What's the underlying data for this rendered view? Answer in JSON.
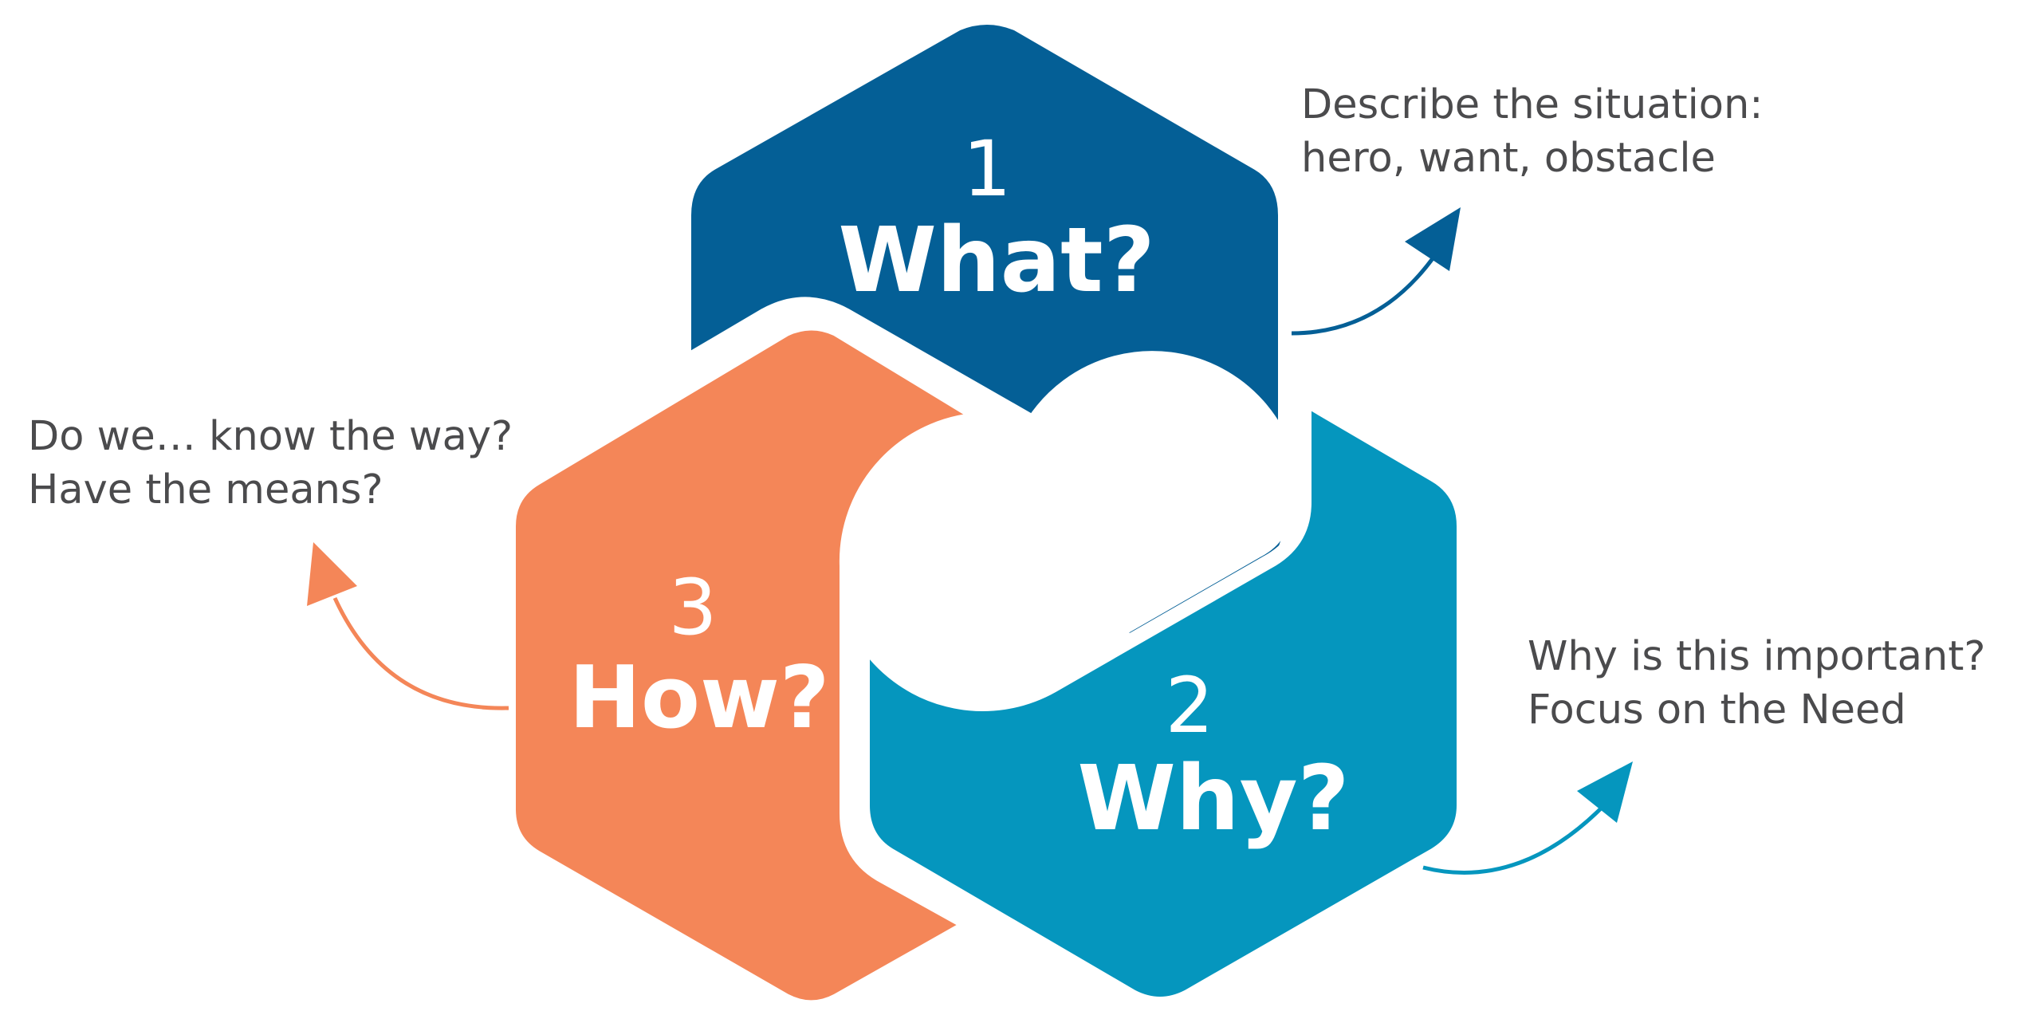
{
  "colors": {
    "what": "#045f96",
    "why": "#0596be",
    "how": "#f48658",
    "text": "#4b4b4d",
    "background": "#ffffff"
  },
  "hexagons": [
    {
      "id": "what",
      "number": "1",
      "title": "What?",
      "caption": [
        "Describe the situation:",
        "hero, want, obstacle"
      ]
    },
    {
      "id": "why",
      "number": "2",
      "title": "Why?",
      "caption": [
        "Why is this important?",
        "Focus on the Need"
      ]
    },
    {
      "id": "how",
      "number": "3",
      "title": "How?",
      "caption": [
        "Do we… know the way?",
        "Have the means?"
      ]
    }
  ]
}
